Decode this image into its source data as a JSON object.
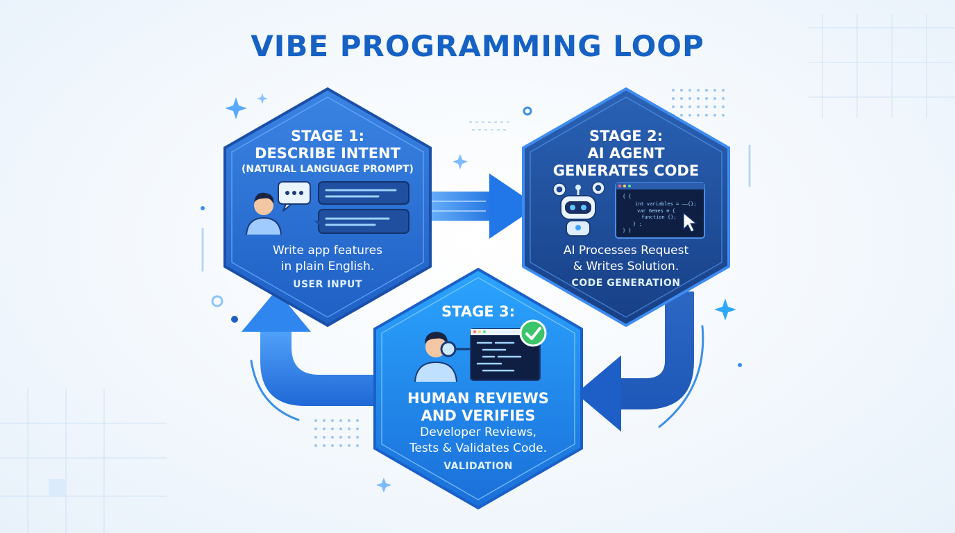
{
  "title": "VIBE PROGRAMMING LOOP",
  "colors": {
    "title": "#1661c4",
    "stage1": "#2f74d8",
    "stage2": "#1d4e9c",
    "stage3": "#1f8fef",
    "accent": "#3aa0ff",
    "check": "#3cc46c"
  },
  "stages": [
    {
      "title_line1": "STAGE 1:",
      "title_line2": "DESCRIBE INTENT",
      "subtitle": "(NATURAL LANGUAGE PROMPT)",
      "desc_line1": "Write app features",
      "desc_line2": "in plain English.",
      "tag": "USER INPUT",
      "icons": [
        "user-icon",
        "chat-bubble-icon"
      ]
    },
    {
      "title_line1": "STAGE 2:",
      "title_line2": "AI AGENT",
      "title_line3": "GENERATES CODE",
      "desc_line1": "AI Processes Request",
      "desc_line2": "& Writes Solution.",
      "tag": "CODE GENERATION",
      "icons": [
        "robot-icon",
        "gear-icon",
        "code-editor-icon",
        "cursor-icon"
      ],
      "code_lines": [
        "{ {",
        "int variables = ——{};",
        "var Gemes ⊕ {",
        "function {};",
        "} ;",
        "} }"
      ]
    },
    {
      "title_line1": "STAGE 3:",
      "title_line2": "HUMAN REVIEWS",
      "title_line3": "AND VERIFIES",
      "desc_line1": "Developer Reviews,",
      "desc_line2": "Tests & Validates Code.",
      "tag": "VALIDATION",
      "icons": [
        "developer-icon",
        "magnifier-icon",
        "code-window-icon",
        "checkmark-icon"
      ]
    }
  ]
}
